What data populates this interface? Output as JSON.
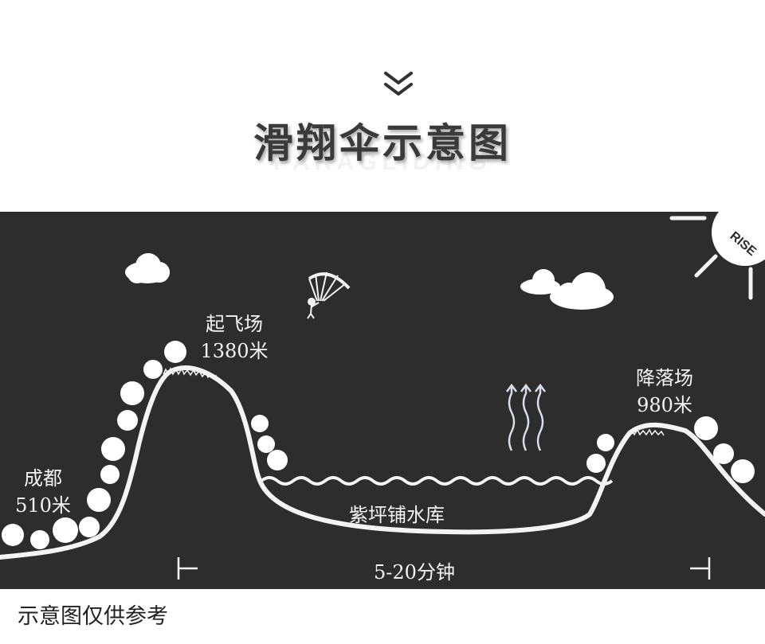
{
  "header": {
    "title": "滑翔伞示意图",
    "subtitle": "PARAGLIDING"
  },
  "diagram": {
    "takeoff": {
      "name": "起飞场",
      "altitude": "1380米"
    },
    "landing": {
      "name": "降落场",
      "altitude": "980米"
    },
    "start": {
      "name": "成都",
      "altitude": "510米"
    },
    "reservoir": "紫坪铺水库",
    "duration": "5-20分钟",
    "sun_logo": "RISE",
    "colors": {
      "background": "#2d2d2d",
      "line": "#f4f4f4"
    }
  },
  "footnote": "示意图仅供参考"
}
